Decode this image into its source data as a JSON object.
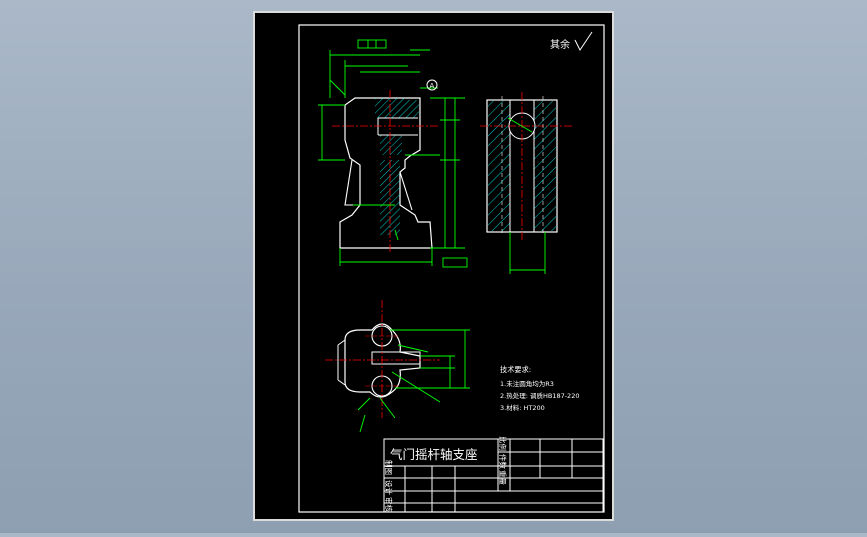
{
  "drawing": {
    "title_block": {
      "part_name": "气门摇杆轴支座",
      "scale_label": "比例",
      "quantity_label": "件数",
      "weight_label": "重量",
      "drawn_by_label": "制图",
      "designed_label": "设计",
      "reviewed_label": "审核"
    },
    "technical_requirements": {
      "heading": "技术要求:",
      "items": [
        "1.未注圆角均为R3",
        "2.热处理: 调质HB187-220",
        "3.材料: HT200"
      ]
    },
    "surface_finish_note": "其余",
    "datum_label": "A"
  },
  "colors": {
    "sheet_background": "#000000",
    "outline": "#ffffff",
    "dimension": "#00ff00",
    "centerline": "#ff0000",
    "hatch": "#00ffff"
  }
}
